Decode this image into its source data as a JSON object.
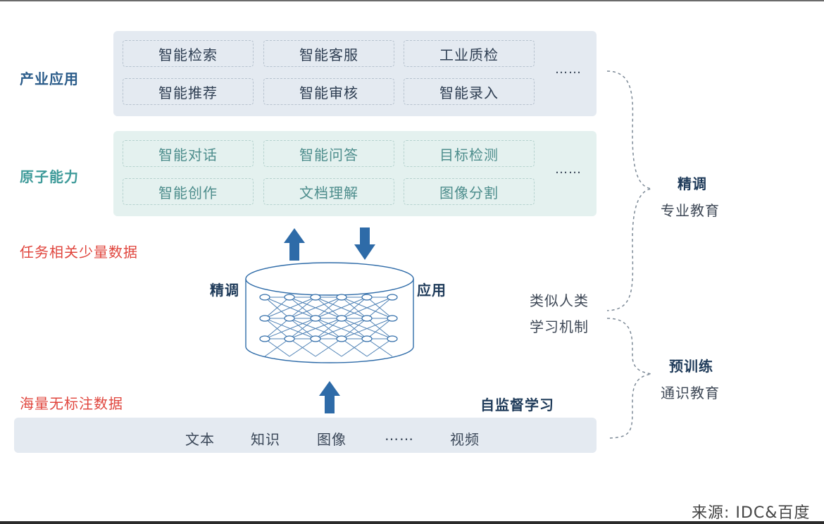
{
  "industry": {
    "label": "产业应用",
    "items": [
      "智能检索",
      "智能客服",
      "工业质检",
      "智能推荐",
      "智能审核",
      "智能录入"
    ],
    "more": "……"
  },
  "atomic": {
    "label": "原子能力",
    "items": [
      "智能对话",
      "智能问答",
      "目标检测",
      "智能创作",
      "文档理解",
      "图像分割"
    ],
    "more": "……"
  },
  "task_data_label": "任务相关少量数据",
  "massive_data_label": "海量无标注数据",
  "model": {
    "finetune_label": "精调",
    "apply_label": "应用"
  },
  "self_supervised_label": "自监督学习",
  "data_sources": [
    "文本",
    "知识",
    "图像",
    "……",
    "视频"
  ],
  "right": {
    "finetune_title": "精调",
    "finetune_sub": "专业教育",
    "mechanism_line1": "类似人类",
    "mechanism_line2": "学习机制",
    "pretrain_title": "预训练",
    "pretrain_sub": "通识教育"
  },
  "source_note": "来源: IDC&百度",
  "colors": {
    "industry_label": "#2b5c8a",
    "atomic_label": "#3f9b9a",
    "arrow": "#2e6ba8",
    "red": "#e0453d"
  }
}
